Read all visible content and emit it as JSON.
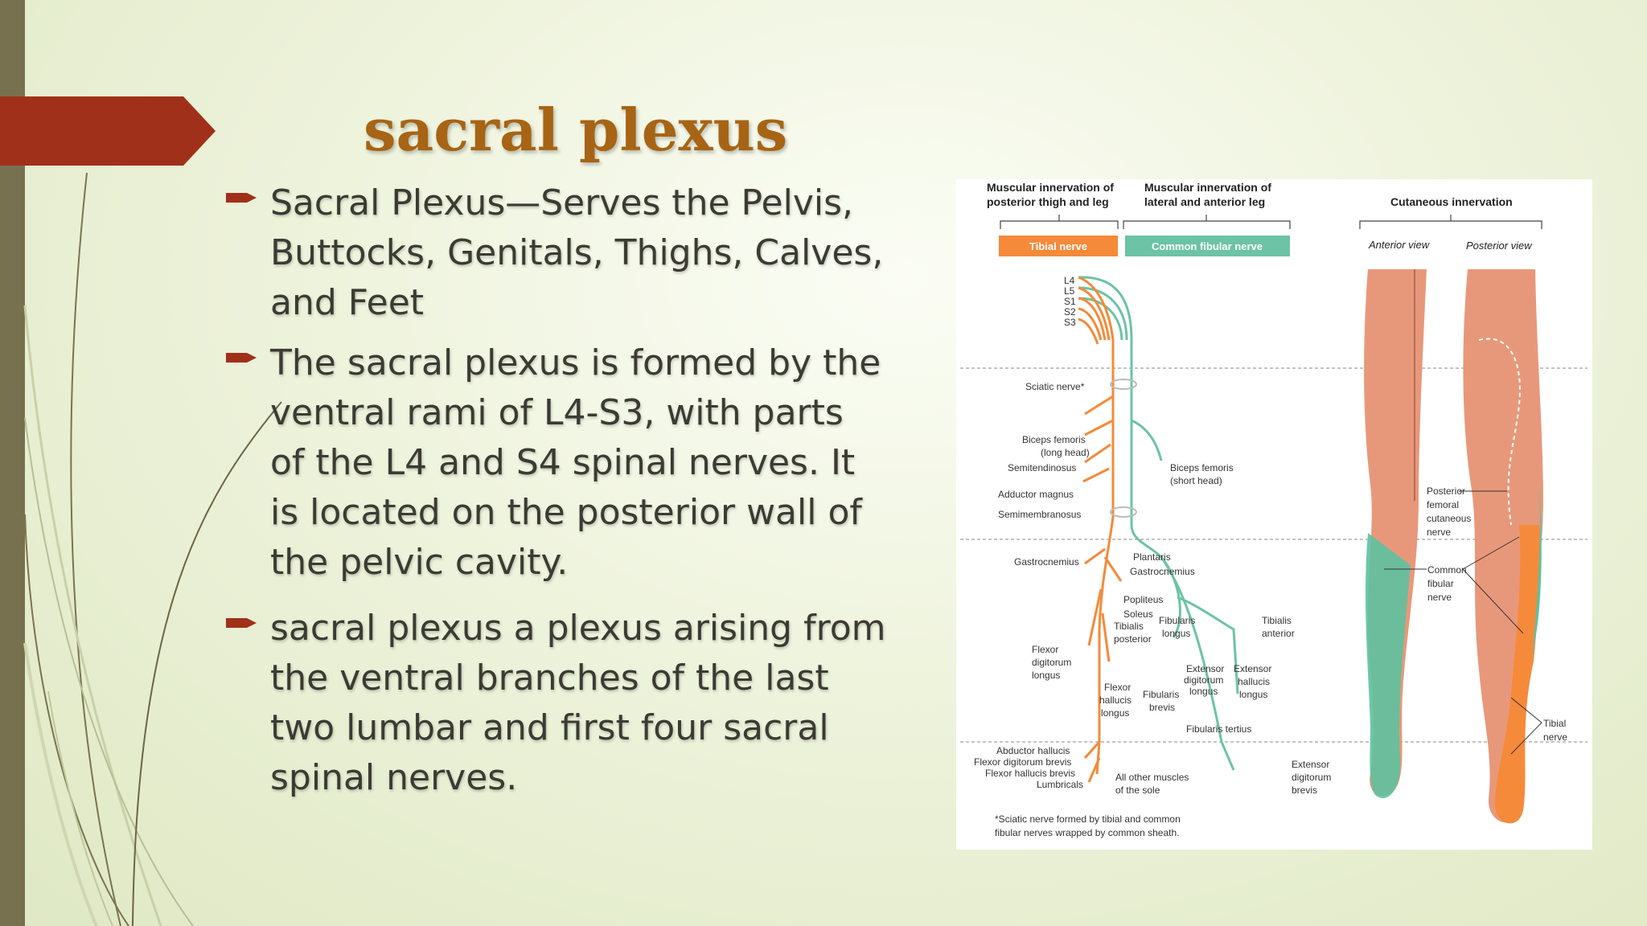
{
  "slide": {
    "title": "sacral plexus",
    "bullets": [
      {
        "text": "Sacral Plexus—Serves the Pelvis,\nButtocks, Genitals, Thighs, Calves,\nand Feet"
      },
      {
        "text": "The sacral plexus is formed by the\nventral rami of L4-S3, with parts\nof the L4 and S4 spinal nerves. It\nis located on the posterior wall of\nthe pelvic cavity."
      },
      {
        "text": "sacral plexus a plexus arising from\nthe ventral branches of the last\ntwo lumbar and first four sacral\nspinal nerves."
      }
    ]
  },
  "colors": {
    "title": "#a76414",
    "accent_arrow": "#a0301a",
    "left_bar": "#77714f",
    "tibial": "#f58a3a",
    "fibular": "#6cc3a6"
  },
  "figure": {
    "headers": {
      "posterior_1": "Muscular innervation of",
      "posterior_2": "posterior thigh and leg",
      "lateral_1": "Muscular innervation of",
      "lateral_2": "lateral and anterior leg",
      "cutaneous": "Cutaneous innervation"
    },
    "legend": {
      "tibial": "Tibial nerve",
      "fibular": "Common fibular nerve"
    },
    "views": {
      "anterior": "Anterior view",
      "posterior": "Posterior view"
    },
    "roots": [
      "L4",
      "L5",
      "S1",
      "S2",
      "S3"
    ],
    "labels": {
      "sciatic": "Sciatic nerve*",
      "biceps_long_1": "Biceps femoris",
      "biceps_long_2": "(long head)",
      "semitendinosus": "Semitendinosus",
      "adductor": "Adductor magnus",
      "semimembranosus": "Semimembranosus",
      "biceps_short_1": "Biceps femoris",
      "biceps_short_2": "(short head)",
      "gastrocnemius_l": "Gastrocnemius",
      "plantaris": "Plantaris",
      "gastrocnemius_r": "Gastrocnemius",
      "popliteus": "Popliteus",
      "soleus": "Soleus",
      "tib_post_1": "Tibialis",
      "tib_post_2": "posterior",
      "fib_longus_1": "Fibularis",
      "fib_longus_2": "longus",
      "tib_ant_1": "Tibialis",
      "tib_ant_2": "anterior",
      "fdl_1": "Flexor",
      "fdl_2": "digitorum",
      "fdl_3": "longus",
      "edl_1": "Extensor",
      "edl_2": "digitorum",
      "edl_3": "longus",
      "ehl_1": "Extensor",
      "ehl_2": "hallucis",
      "ehl_3": "longus",
      "fhl_1": "Flexor",
      "fhl_2": "hallucis",
      "fhl_3": "longus",
      "fib_brevis_1": "Fibularis",
      "fib_brevis_2": "brevis",
      "fib_tertius": "Fibularis tertius",
      "abd_hallucis": "Abductor hallucis",
      "fdb": "Flexor digitorum brevis",
      "fhb": "Flexor hallucis brevis",
      "lumbricals": "Lumbricals",
      "sole_1": "All other muscles",
      "sole_2": "of the sole",
      "edb_1": "Extensor",
      "edb_2": "digitorum",
      "edb_3": "brevis",
      "pfc_1": "Posterior",
      "pfc_2": "femoral",
      "pfc_3": "cutaneous",
      "pfc_4": "nerve",
      "cfn_1": "Common",
      "cfn_2": "fibular",
      "cfn_3": "nerve",
      "tibial_1": "Tibial",
      "tibial_2": "nerve"
    },
    "footnote_1": "*Sciatic nerve formed by tibial and common",
    "footnote_2": "fibular nerves wrapped by common sheath."
  }
}
